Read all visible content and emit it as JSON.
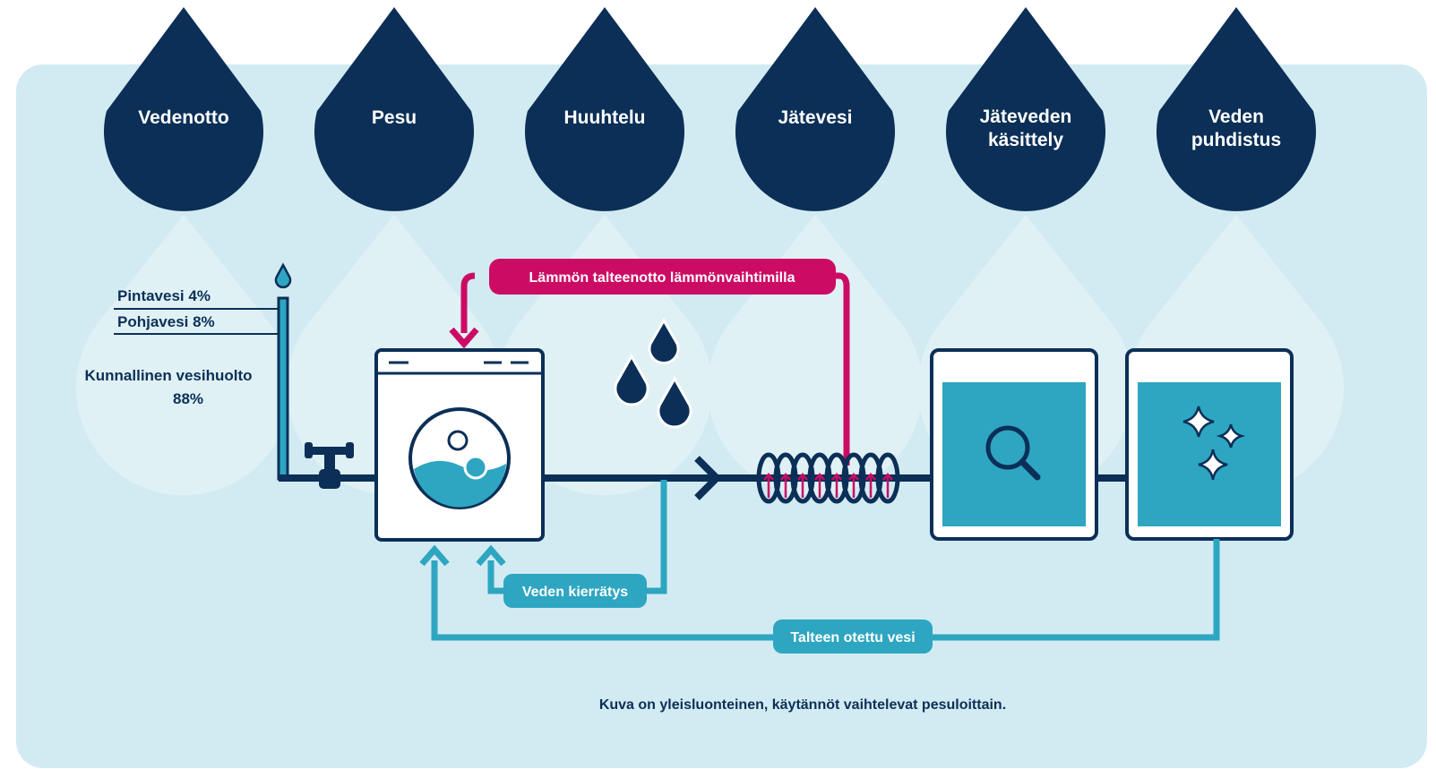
{
  "colors": {
    "navy": "#0b2f57",
    "background": "#d2ebf2",
    "teal": "#2ea6c1",
    "magenta": "#cc0b64",
    "white": "#ffffff"
  },
  "stages": [
    {
      "lines": [
        "Vedenotto"
      ]
    },
    {
      "lines": [
        "Pesu"
      ]
    },
    {
      "lines": [
        "Huuhtelu"
      ]
    },
    {
      "lines": [
        "Jätevesi"
      ]
    },
    {
      "lines": [
        "Jäteveden",
        "käsittely"
      ]
    },
    {
      "lines": [
        "Veden",
        "puhdistus"
      ]
    }
  ],
  "sources": {
    "surface": "Pintavesi 4%",
    "ground": "Pohjavesi 8%",
    "municipal_line1": "Kunnallinen vesihuolto",
    "municipal_line2": "88%"
  },
  "flows": {
    "heat_recovery": "Lämmön talteenotto lämmönvaihtimilla",
    "water_recycling": "Veden kierrätys",
    "recovered_water": "Talteen otettu vesi"
  },
  "icons": {
    "tap": "tap-icon",
    "washing_machine": "washing-machine-icon",
    "water_drops": "water-drops-icon",
    "heat_exchanger": "heat-exchanger-coil-icon",
    "magnifier": "magnifier-icon",
    "sparkles": "sparkle-icon"
  },
  "footnote": "Kuva on yleisluonteinen, käytännöt vaihtelevat pesuloittain."
}
